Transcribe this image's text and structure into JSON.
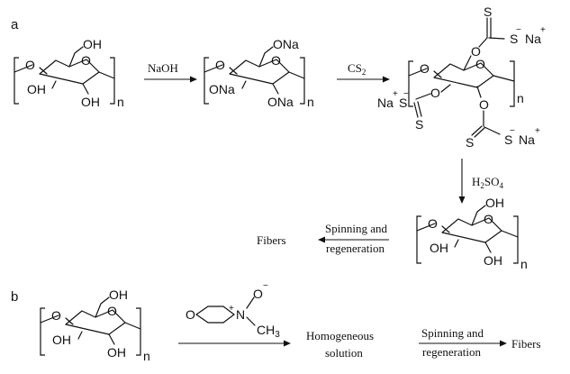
{
  "panels": {
    "a": "a",
    "b": "b"
  },
  "atoms": {
    "O": "O",
    "OH": "OH",
    "ONa": "ONa",
    "S": "S",
    "Na": "Na",
    "n": "n",
    "plus": "+",
    "minus": "−",
    "N": "N",
    "CH": "CH",
    "three": "3"
  },
  "reagents": {
    "naoh": "NaOH",
    "cs2_main": "CS",
    "cs2_sub": "2",
    "h2so4_h": "H",
    "h2so4_sub2": "2",
    "h2so4_so": "SO",
    "h2so4_sub4": "4"
  },
  "products": {
    "fibers_a": "Fibers",
    "spin_a_1": "Spinning and",
    "spin_a_2": "regeneration",
    "homog_1": "Homogeneous",
    "homog_2": "solution",
    "spin_b_1": "Spinning and",
    "spin_b_2": "regeneration",
    "fibers_b": "Fibers"
  }
}
